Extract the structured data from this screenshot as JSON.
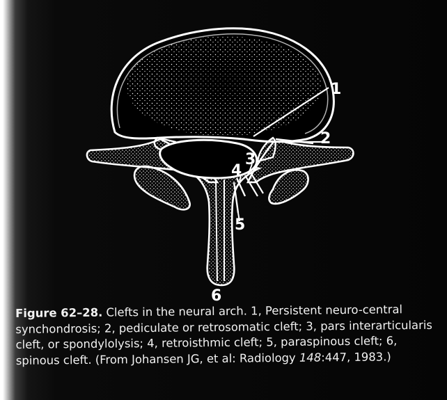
{
  "figure": {
    "callouts": [
      "1",
      "2",
      "3",
      "4",
      "5",
      "6"
    ],
    "caption": {
      "label": "Figure 62–28.",
      "text_1": " Clefts in the neural arch. 1, Persistent neuro-central synchondrosis; 2, pediculate or retrosomatic cleft; 3, pars interarticularis cleft, or spondylolysis; 4, retroisthmic cleft; 5, paraspinous cleft; 6, spinous cleft. (From Johansen JG, et al: Radiology ",
      "volume": "148",
      "text_2": ":447, 1983.)"
    }
  },
  "colors": {
    "background": "#050505",
    "line_art": "#ffffff",
    "caption_text": "#f2f2f2"
  }
}
